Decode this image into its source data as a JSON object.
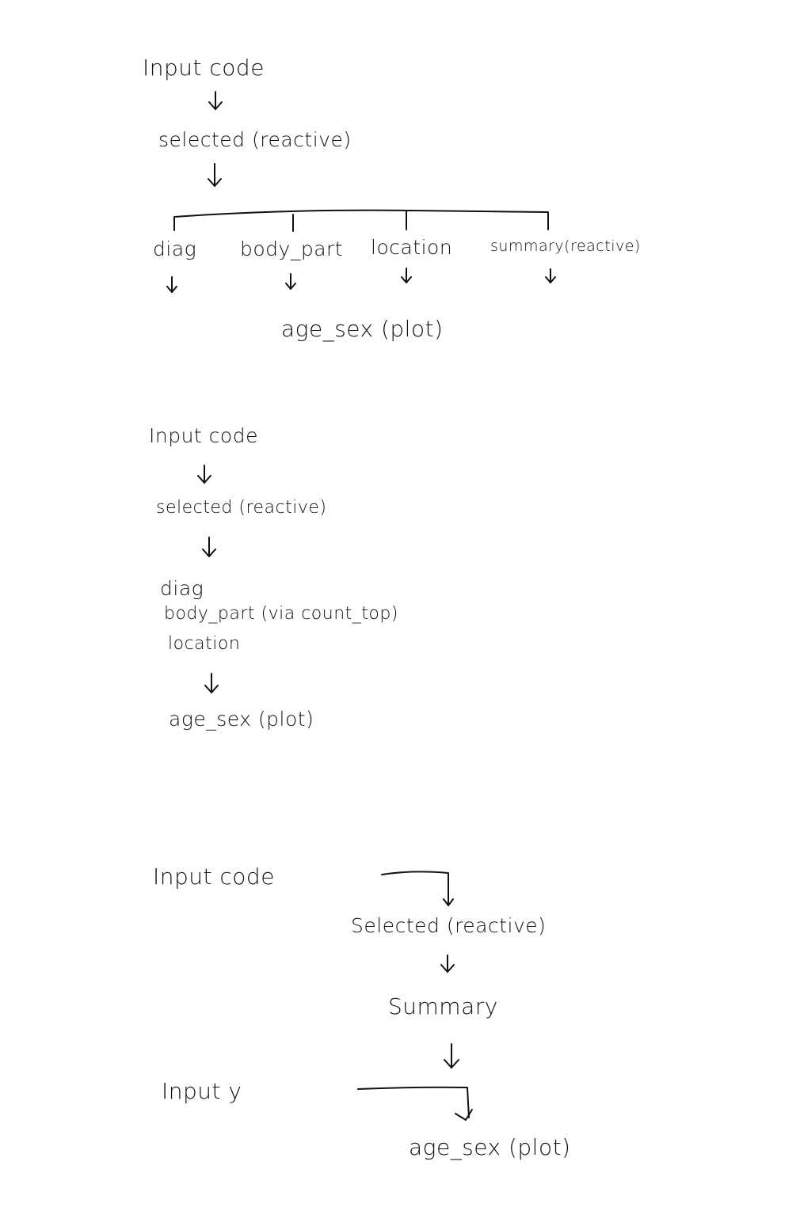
{
  "diagram1": {
    "input": "Input code",
    "selected": "selected (reactive)",
    "children": [
      "diag",
      "body_part",
      "location",
      "summary(reactive)"
    ],
    "output": "age_sex (plot)"
  },
  "diagram2": {
    "input": "Input code",
    "selected": "selected (reactive)",
    "items": [
      "diag",
      "body_part (via count_top)",
      "location"
    ],
    "output": "age_sex (plot)"
  },
  "diagram3": {
    "input_code": "Input code",
    "selected": "Selected (reactive)",
    "summary": "Summary",
    "input_y": "Input y",
    "output": "age_sex (plot)"
  }
}
